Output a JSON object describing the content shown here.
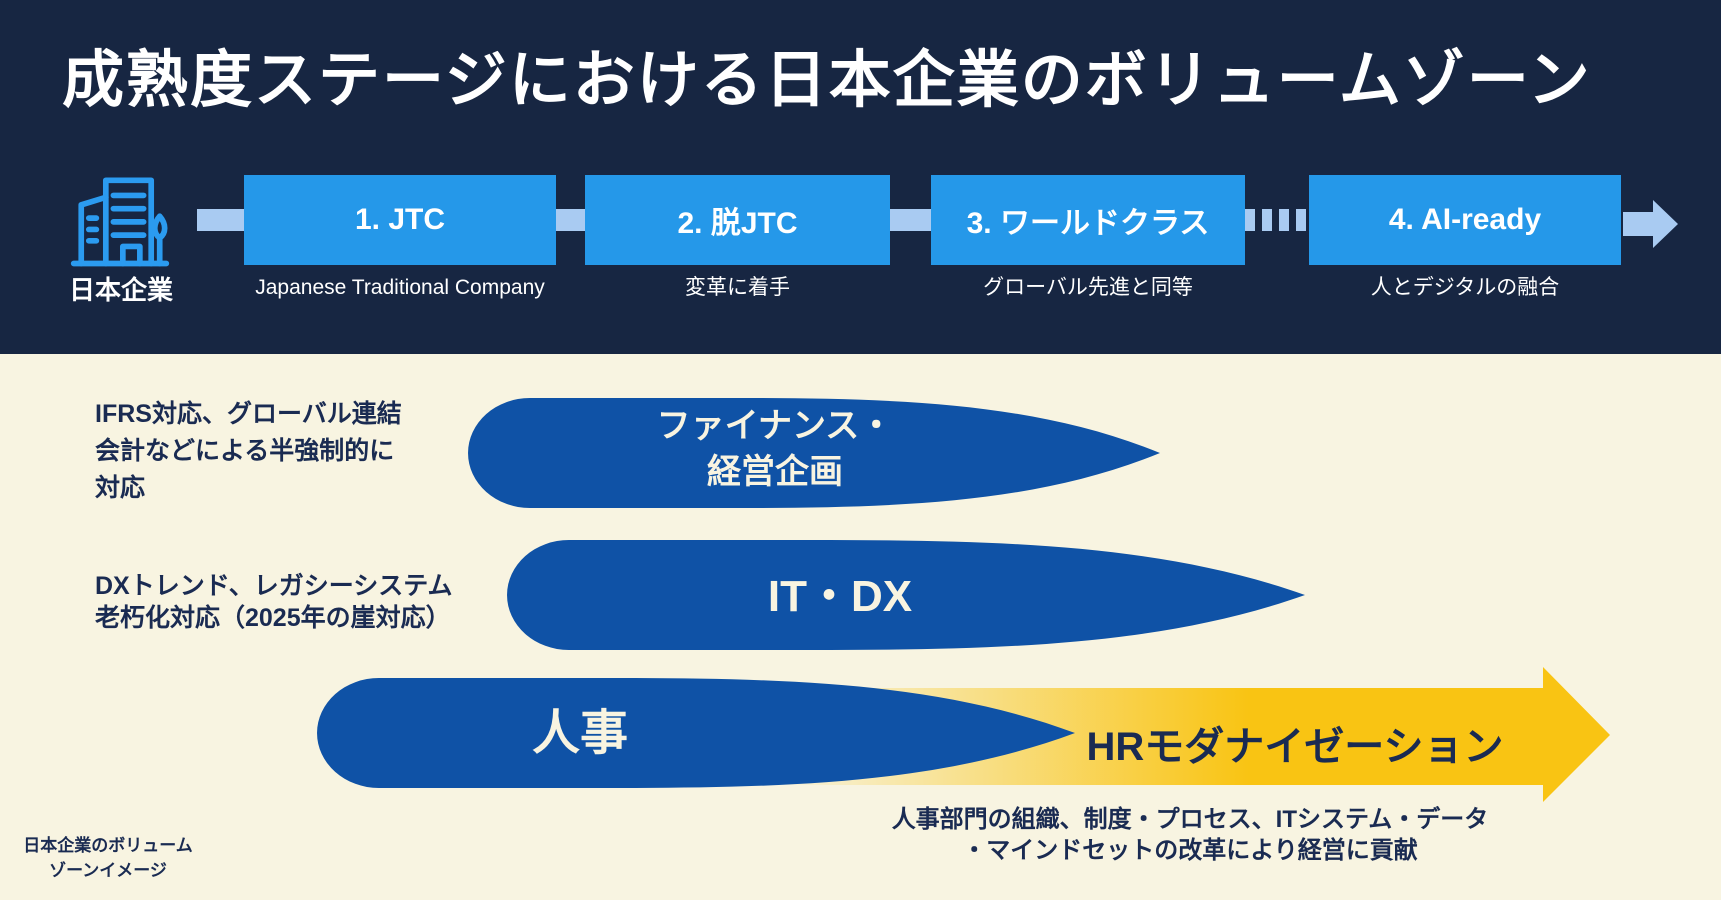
{
  "title": "成熟度ステージにおける日本企業のボリュームゾーン",
  "company": {
    "label": "日本企業"
  },
  "stages": [
    {
      "num_label": "1. JTC",
      "sub": "Japanese Traditional Company"
    },
    {
      "num_label": "2. 脱JTC",
      "sub": "変革に着手"
    },
    {
      "num_label": "3. ワールドクラス",
      "sub": "グローバル先進と同等"
    },
    {
      "num_label": "4. AI-ready",
      "sub": "人とデジタルの融合"
    }
  ],
  "zones": [
    {
      "label_line1": "ファイナンス・",
      "label_line2": "経営企画",
      "note_line1": "IFRS対応、グローバル連結",
      "note_line2": "会計などによる半強制的に",
      "note_line3": "対応"
    },
    {
      "label_line1": "IT・DX",
      "note_line1": "DXトレンド、レガシーシステム",
      "note_line2": "老朽化対応（2025年の崖対応）"
    },
    {
      "label_line1": "人事"
    }
  ],
  "hr_arrow": {
    "label": "HRモダナイゼーション",
    "desc_line1": "人事部門の組織、制度・プロセス、ITシステム・データ",
    "desc_line2": "・マインドセットの改革により経営に貢献"
  },
  "footer_note": {
    "line1": "日本企業のボリューム",
    "line2": "ゾーンイメージ"
  },
  "colors": {
    "header-bg": "#172642",
    "body-bg": "#F8F4E1",
    "stage-blue": "#2598E9",
    "connector-blue": "#A9CBF2",
    "zone-blue": "#0F52A6",
    "arrow-yellow": "#F9C413",
    "icon-blue": "#2B9BF0",
    "ink": "#1A2B52"
  }
}
